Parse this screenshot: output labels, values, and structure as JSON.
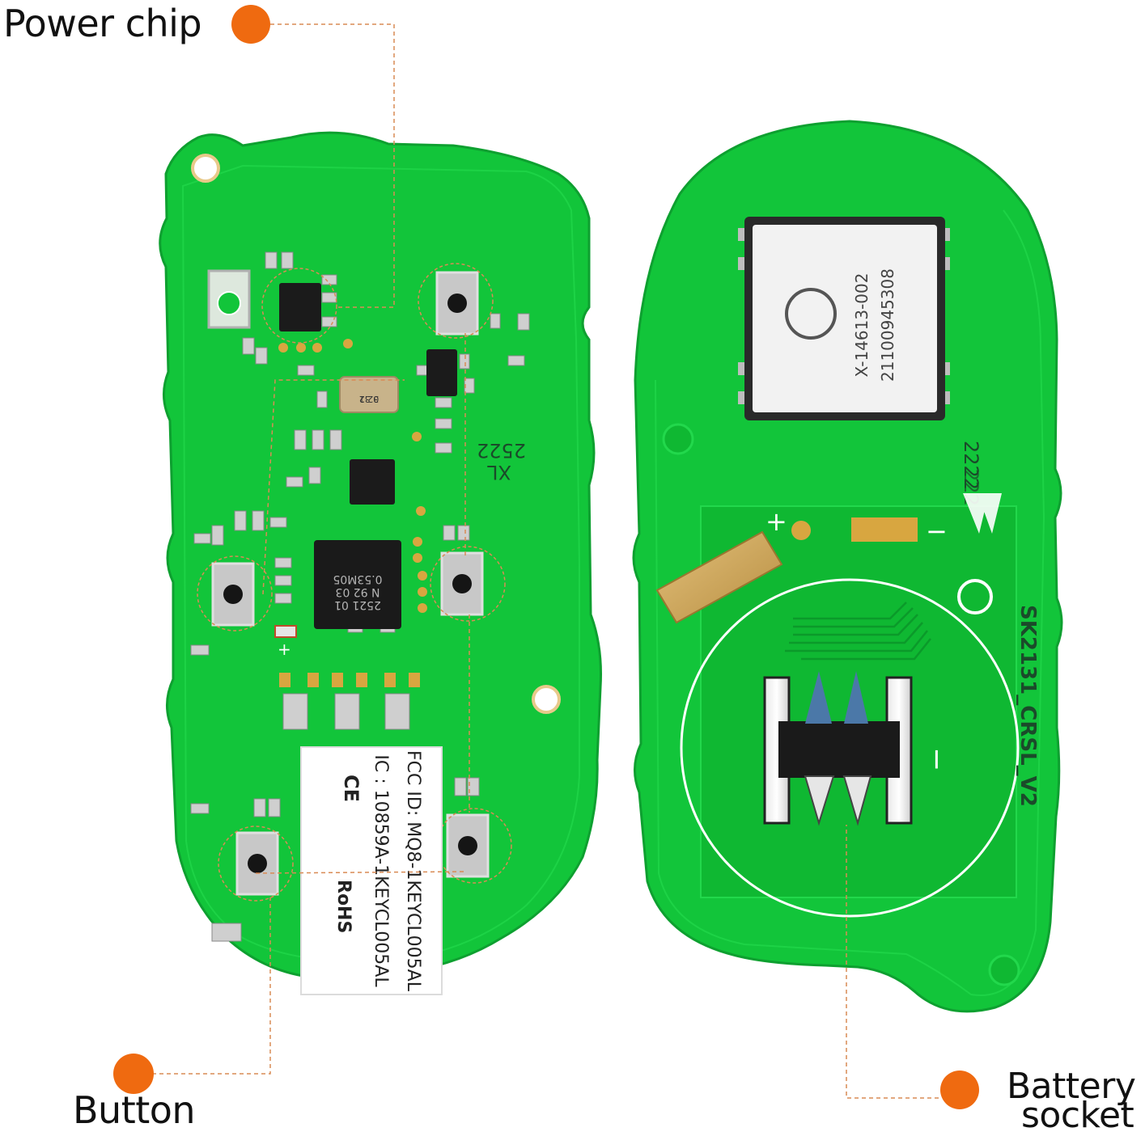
{
  "callouts": {
    "power_chip": "Power chip",
    "button": "Button",
    "battery": "Battery",
    "socket": "socket"
  },
  "board_front": {
    "silkscreen_date": "2522",
    "silkscreen_code": "XL",
    "crystal_top": "32.1",
    "crystal_bottom": "0.32",
    "mcu_line1": "0.53M05",
    "mcu_line2": "N 92 03",
    "mcu_line3": "2521 01",
    "plus_mark": "+",
    "label": {
      "ce": "CE",
      "rohs": "RoHS",
      "ic": "IC : 10859A-1KEYCL005AL",
      "fcc": "FCC ID: MQ8-1KEYCL005AL"
    }
  },
  "board_back": {
    "module_line1": "X-14613-002",
    "module_line2": "21100945308",
    "date_code": "2222",
    "plus_mark": "+",
    "minus_mark": "−",
    "minus_mark2": "−",
    "part_number": "SK2131_CRSL_V2"
  },
  "colors": {
    "pcb": "#12c53a",
    "pcb_dark": "#0ea030",
    "callout": "#ef6a10",
    "leader": "#d98b55"
  }
}
